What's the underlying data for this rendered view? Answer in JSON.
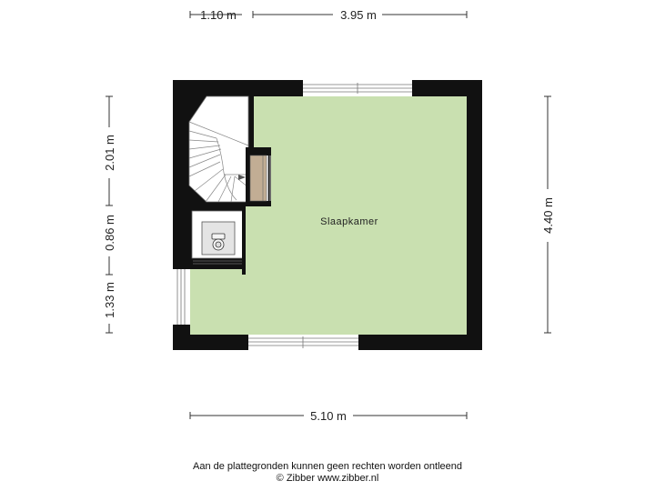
{
  "dimensions": {
    "top_left": "1.10 m",
    "top_right": "3.95 m",
    "bottom": "5.10 m",
    "left_top": "2.01 m",
    "left_middle": "0.86 m",
    "left_bottom": "1.33 m",
    "right": "4.40 m"
  },
  "rooms": {
    "main": "Slaapkamer"
  },
  "footer": {
    "disclaimer": "Aan de plattegronden kunnen geen rechten worden ontleend",
    "copyright": "© Zibber www.zibber.nl"
  },
  "colors": {
    "wall": "#111111",
    "room_fill": "#c9e0b0",
    "stair_area": "#ffffff",
    "closet_fill": "#c2ad94"
  },
  "icons": [
    "toilet-icon",
    "staircase-icon",
    "window-icon"
  ]
}
